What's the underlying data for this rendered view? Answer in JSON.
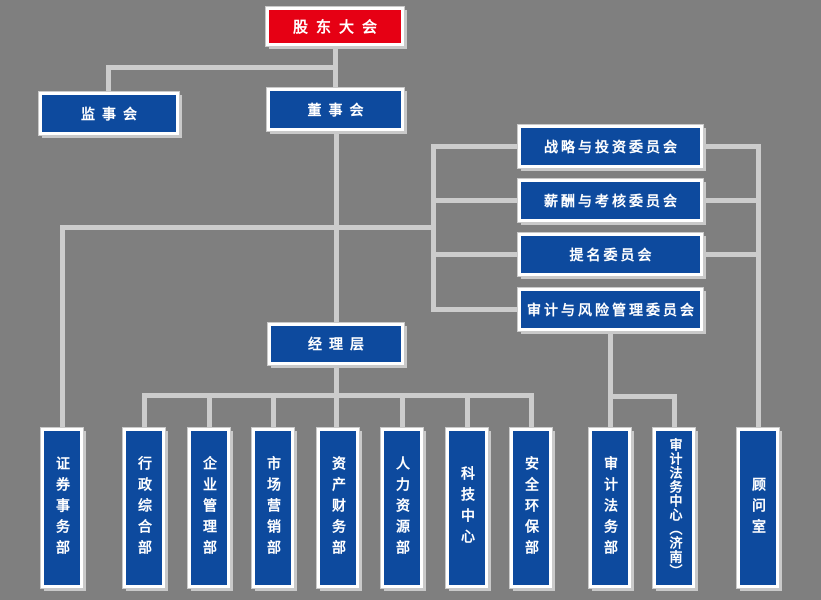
{
  "colors": {
    "background": "#7f7f7f",
    "connector": "#cccccc",
    "node_blue": "#0d4a9e",
    "node_red": "#e60014",
    "node_border": "#ffffff",
    "node_shadow": "#c9c9c9",
    "text": "#ffffff"
  },
  "org": {
    "root": {
      "label": "股东大会"
    },
    "supervisory": {
      "label": "监事会"
    },
    "board": {
      "label": "董事会"
    },
    "committees": [
      {
        "label": "战略与投资委员会"
      },
      {
        "label": "薪酬与考核委员会"
      },
      {
        "label": "提名委员会"
      },
      {
        "label": "审计与风险管理委员会"
      }
    ],
    "management": {
      "label": "经理层"
    },
    "departments": [
      {
        "label": "证券事务部"
      },
      {
        "label": "行政综合部"
      },
      {
        "label": "企业管理部"
      },
      {
        "label": "市场营销部"
      },
      {
        "label": "资产财务部"
      },
      {
        "label": "人力资源部"
      },
      {
        "label": "科技中心"
      },
      {
        "label": "安全环保部"
      },
      {
        "label": "审计法务部"
      },
      {
        "label": "审计法务中心（济南）"
      },
      {
        "label": "顾问室"
      }
    ]
  }
}
